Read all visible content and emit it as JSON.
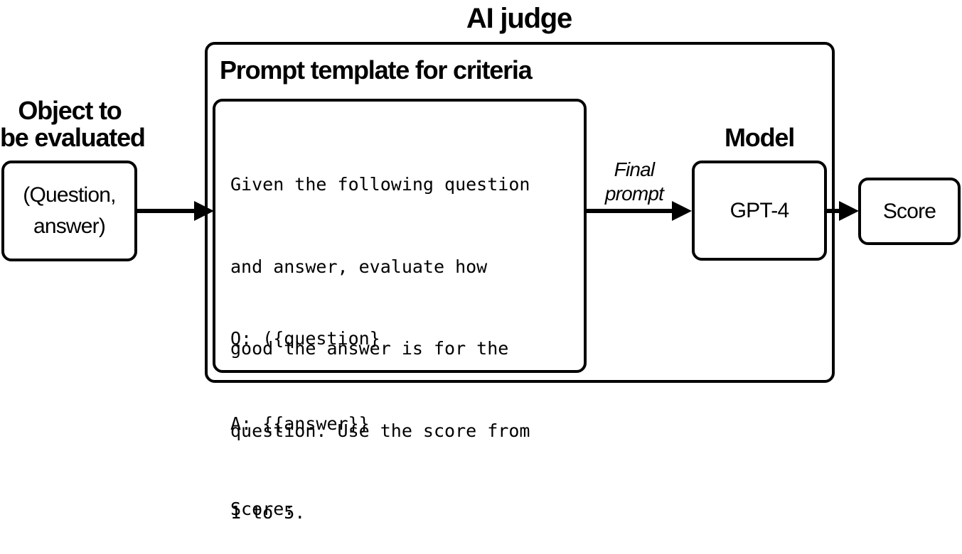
{
  "title": "AI judge",
  "object_block": {
    "heading_line1": "Object to",
    "heading_line2": "be evaluated",
    "content_line1": "(Question,",
    "content_line2": "answer)"
  },
  "template_block": {
    "heading": "Prompt template for criteria",
    "prompt_lines": [
      "Given the following question",
      "and answer, evaluate how",
      "good the answer is for the",
      "question. Use the score from",
      "1 to 5."
    ],
    "fields": [
      "Q: ({question}",
      "A: {{answer}}",
      "Score:"
    ]
  },
  "arrow_label": {
    "line1": "Final",
    "line2": "prompt"
  },
  "model_block": {
    "heading": "Model",
    "content": "GPT-4"
  },
  "score_block": {
    "content": "Score"
  }
}
